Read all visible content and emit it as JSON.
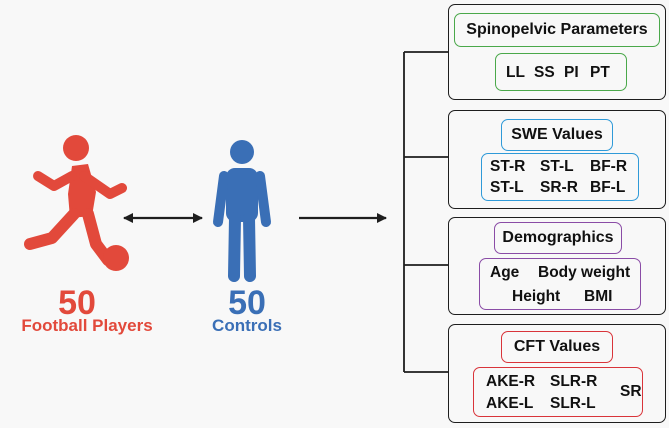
{
  "colors": {
    "football": "#e2493b",
    "controls": "#3a6fb6",
    "spinopelvic": "#4aa84a",
    "swe": "#2f9ad8",
    "demographics": "#8a4ca6",
    "cft": "#d9343a",
    "line": "#1e1e1e"
  },
  "icons": {
    "football_player": "football-player-icon",
    "control_person": "standing-person-icon"
  },
  "groups": {
    "football": {
      "count": "50",
      "label": "Football Players"
    },
    "controls": {
      "count": "50",
      "label": "Controls"
    }
  },
  "categories": [
    {
      "title": "Spinopelvic Parameters",
      "items": [
        "LL",
        "SS",
        "PI",
        "PT"
      ]
    },
    {
      "title": "SWE Values",
      "items": [
        "ST-R",
        "ST-L",
        "BF-R",
        "ST-L",
        "SR-R",
        "BF-L"
      ]
    },
    {
      "title": "Demographics",
      "items": [
        "Age",
        "Body weight",
        "Height",
        "BMI"
      ]
    },
    {
      "title": "CFT Values",
      "items": [
        "AKE-R",
        "SLR-R",
        "SR",
        "AKE-L",
        "SLR-L"
      ]
    }
  ]
}
